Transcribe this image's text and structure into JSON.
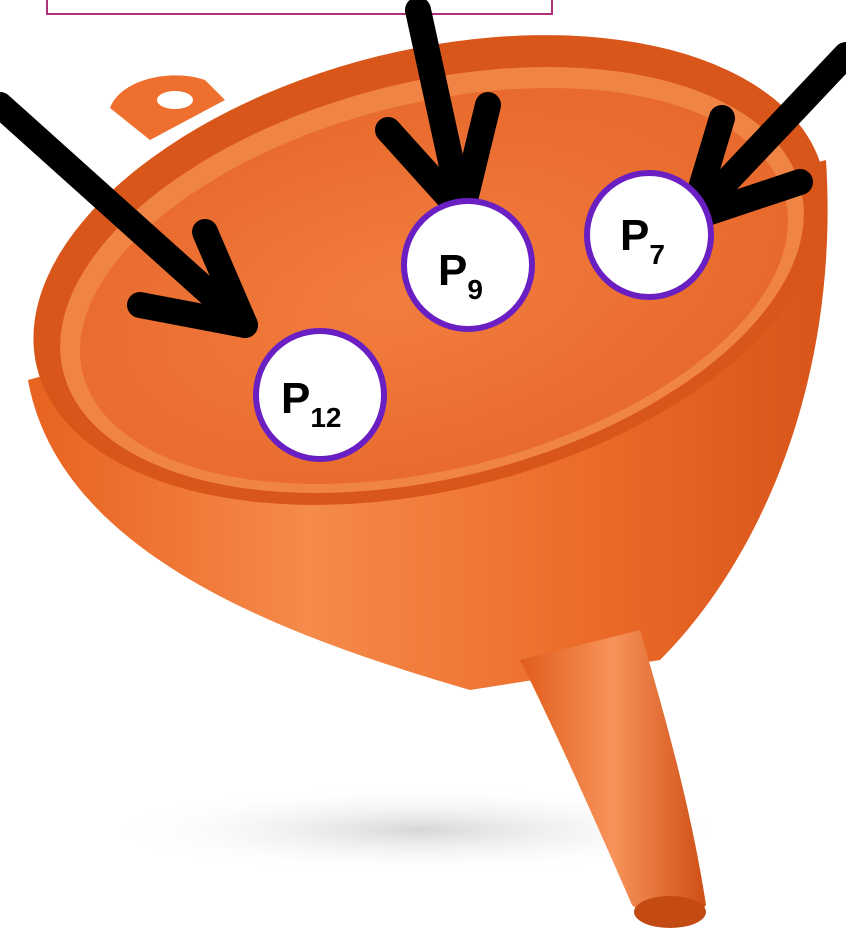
{
  "colors": {
    "funnel_orange": "#ee6f2e",
    "funnel_dark": "#d9561a",
    "arrow": "#000000",
    "circle_border": "#6a1fc2",
    "circle_fill": "#ffffff",
    "box_border": "#b0307a"
  },
  "icons": [
    "funnel-icon",
    "arrow-icon"
  ],
  "probabilities": [
    {
      "letter": "P",
      "subscript": "12"
    },
    {
      "letter": "P",
      "subscript": "9"
    },
    {
      "letter": "P",
      "subscript": "7"
    }
  ]
}
